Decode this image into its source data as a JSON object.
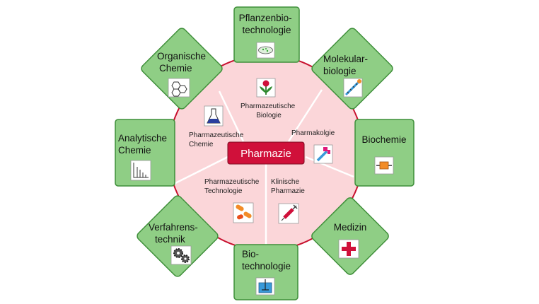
{
  "center": {
    "label": "Pharmazie"
  },
  "segments": [
    {
      "label_lines": [
        "Pharmazeutische",
        "Biologie"
      ],
      "icon": "flower-icon"
    },
    {
      "label_lines": [
        "Pharmakolgie"
      ],
      "icon": "receptor-icon"
    },
    {
      "label_lines": [
        "Klinische",
        "Pharmazie"
      ],
      "icon": "syringe-icon"
    },
    {
      "label_lines": [
        "Pharmazeutische",
        "Technologie"
      ],
      "icon": "capsules-icon"
    },
    {
      "label_lines": [
        "Pharmazeutische",
        "Chemie"
      ],
      "icon": "flask-icon"
    }
  ],
  "boxes": [
    {
      "label_lines": [
        "Pflanzenbio-",
        "technologie"
      ],
      "icon": "petri-dish-icon"
    },
    {
      "label_lines": [
        "Molekular-",
        "biologie"
      ],
      "icon": "dna-icon"
    },
    {
      "label_lines": [
        "Biochemie"
      ],
      "icon": "protein-icon"
    },
    {
      "label_lines": [
        "Medizin"
      ],
      "icon": "medical-cross-icon"
    },
    {
      "label_lines": [
        "Bio-",
        "technologie"
      ],
      "icon": "bioreactor-icon"
    },
    {
      "label_lines": [
        "Verfahrens-",
        "technik"
      ],
      "icon": "gears-icon"
    },
    {
      "label_lines": [
        "Analytische",
        "Chemie"
      ],
      "icon": "spectrum-icon"
    },
    {
      "label_lines": [
        "Organische",
        "Chemie"
      ],
      "icon": "molecule-icon"
    }
  ],
  "colors": {
    "box_fill": "#8fce85",
    "box_stroke": "#3f8f3a",
    "circle_fill": "#fbd6d9",
    "circle_stroke": "#c8102e",
    "center_fill": "#d0103a"
  }
}
